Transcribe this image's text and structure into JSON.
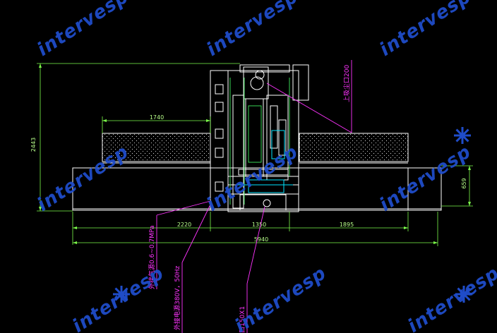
{
  "dimensions": {
    "gantry_span": "1740",
    "total_depth": "2443",
    "left_width": "2220",
    "mid_width": "1350",
    "right_width": "1895",
    "total_width": "5940",
    "side_height": "659"
  },
  "callouts": {
    "air_inlet": "外接气源0.6~0.7MPa",
    "power": "外接电源380V，50Hz",
    "outlet_top": "上吸尘口200",
    "outlet_bottom": "口150X1"
  },
  "watermark": {
    "text": "intervesp",
    "color": "#1f4cc9"
  },
  "colors": {
    "background": "#000000",
    "outline": "#ffffff",
    "dimension": "#7cfc4a",
    "callout": "#ff33ff"
  }
}
